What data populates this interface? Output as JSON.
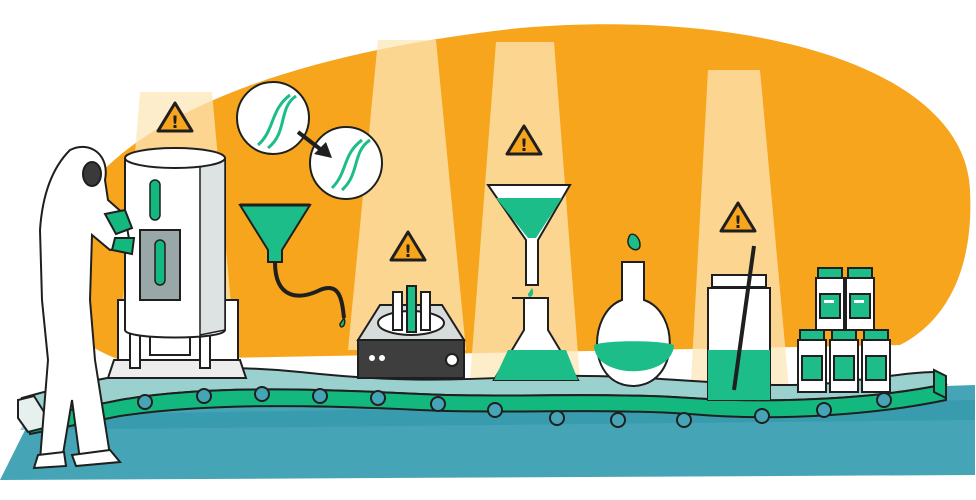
{
  "scene": {
    "description_kind": "illustration",
    "colors": {
      "background_blob": "#F6A51D",
      "floor": "#45A5B6",
      "conveyor_top": "#9AD1CE",
      "conveyor_side": "#13B87F",
      "liquid": "#1CBD88",
      "spotlight": "#FDE7B8",
      "outline": "#1F1F1F",
      "warning_fill": "#F6A51D"
    },
    "warning_symbol": "!",
    "icons": [
      "technician-in-cleanroom-suit",
      "bioreactor-machine",
      "dna-modification-icon",
      "funnel-with-tube-icon",
      "test-tube-rack-machine",
      "funnel-and-flask-icon",
      "round-bottom-flask-icon",
      "jar-with-stirrer-icon",
      "vial-stack-icon",
      "warning-sign-icon",
      "conveyor-belt"
    ]
  }
}
